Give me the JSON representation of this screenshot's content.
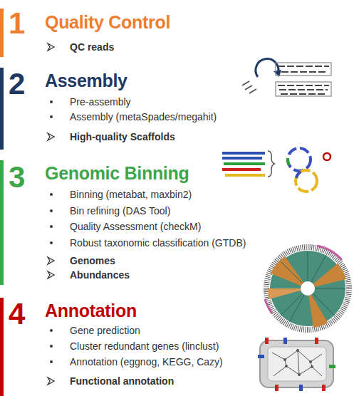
{
  "diagram": {
    "labels": [
      "1",
      "Quality Control",
      "QC reads",
      "2",
      "Assembly",
      "Pre-assembly",
      "Assembly (metaSpades/megahit)",
      "High-quality Scaffolds",
      "3",
      "Genomic Binning",
      "Binning (metabat, maxbin2)",
      "Bin refining (DAS Tool)",
      "Quality Assessment (checkM)",
      "Robust taxonomic classification (GTDB)",
      "Genomes",
      "Abundances",
      "4",
      "Annotation",
      "Gene prediction",
      "Cluster redundant genes (linclust)",
      "Annotation (eggnog, KEGG, Cazy)",
      "Functional annotation"
    ]
  }
}
